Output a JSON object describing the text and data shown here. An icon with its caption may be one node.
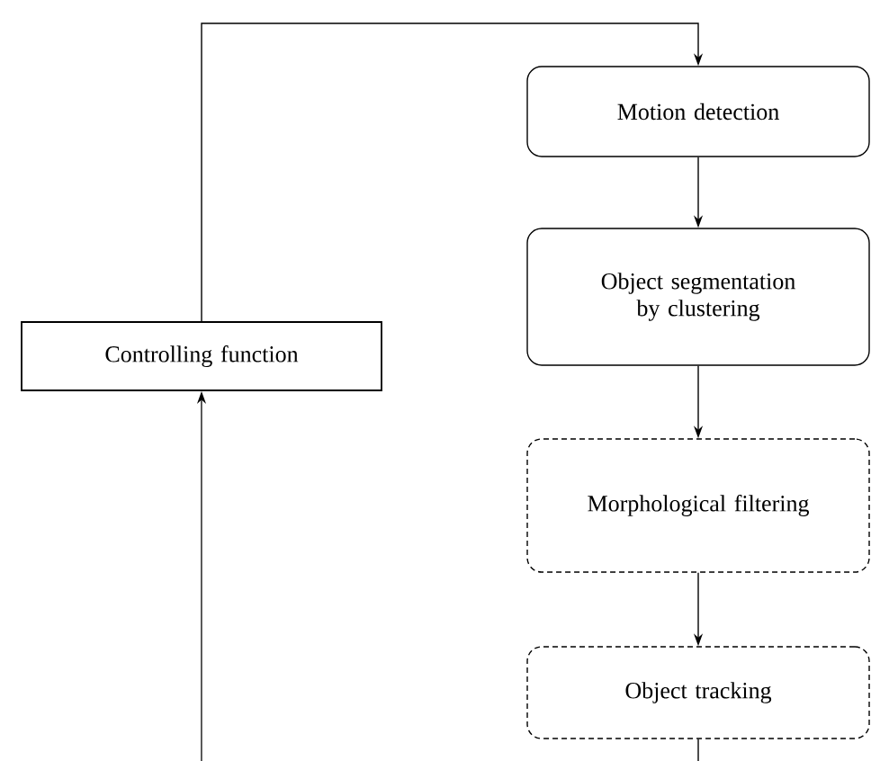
{
  "diagram": {
    "nodes": [
      {
        "text": [
          "Controlling function"
        ]
      },
      {
        "text": [
          "Motion detection"
        ]
      },
      {
        "text": [
          "Object segmentation by clustering"
        ]
      },
      {
        "text": [
          "Morphological filtering"
        ]
      },
      {
        "text": [
          "Object tracking"
        ]
      }
    ],
    "edges": [
      {
        "from": 0,
        "to": 1,
        "arrow": "to"
      },
      {
        "from": 1,
        "to": 2,
        "arrow": "to"
      },
      {
        "from": 2,
        "to": 3,
        "arrow": "to"
      },
      {
        "from": 3,
        "to": 4,
        "arrow": "to"
      },
      {
        "from": null,
        "to": 0,
        "arrow": "to"
      },
      {
        "from": 4,
        "to": null,
        "arrow": "none"
      }
    ]
  }
}
